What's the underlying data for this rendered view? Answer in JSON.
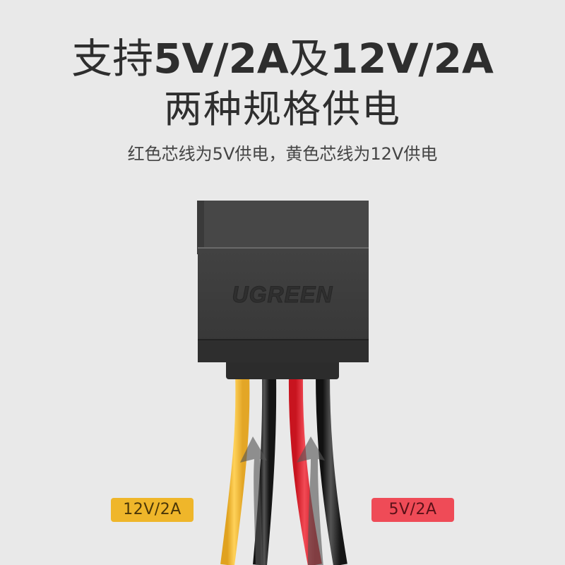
{
  "headline": {
    "prefix": "支持",
    "spec_a": "5V/2A",
    "conj": "及",
    "spec_b": "12V/2A"
  },
  "subheadline": "两种规格供电",
  "caption": "红色芯线为5V供电，黄色芯线为12V供电",
  "product": {
    "brand_logo": "UGREEN",
    "connector_color": "#3a3a3a",
    "wires": [
      {
        "name": "yellow-wire",
        "color": "#f3bc33"
      },
      {
        "name": "black-wire",
        "color": "#2a2a2a"
      },
      {
        "name": "red-wire",
        "color": "#e52a36"
      },
      {
        "name": "black-wire",
        "color": "#2a2a2a"
      }
    ]
  },
  "badges": [
    {
      "label": "12V/2A",
      "color": "#efb62a"
    },
    {
      "label": "5V/2A",
      "color": "#ef4b57"
    }
  ]
}
